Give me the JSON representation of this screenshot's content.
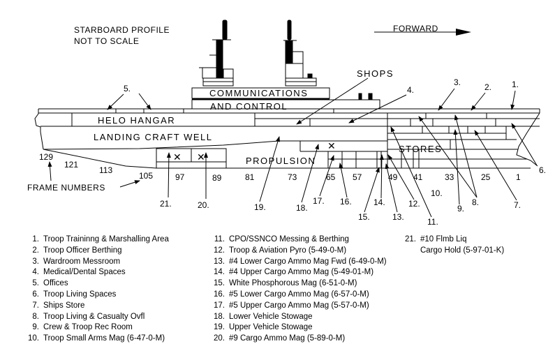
{
  "header": {
    "title_line1": "STARBOARD PROFILE",
    "title_line2": "NOT TO SCALE",
    "direction_label": "FORWARD"
  },
  "compartments": {
    "communications": "COMMUNICATIONS",
    "and_control": "AND CONTROL",
    "helo_hangar": "HELO HANGAR",
    "landing_craft_well": "LANDING CRAFT WELL",
    "propulsion": "PROPULSION",
    "stores": "STORES",
    "shops": "SHOPS"
  },
  "frame_numbers": {
    "label": "FRAME NUMBERS",
    "values": [
      "129",
      "121",
      "113",
      "105",
      "97",
      "89",
      "81",
      "73",
      "65",
      "57",
      "49",
      "41",
      "33",
      "25",
      "1"
    ]
  },
  "callouts": [
    "1.",
    "2.",
    "3.",
    "4.",
    "5.",
    "6.",
    "7.",
    "8.",
    "9.",
    "10.",
    "11.",
    "12.",
    "13.",
    "14.",
    "15.",
    "16.",
    "17.",
    "18.",
    "19.",
    "20.",
    "21."
  ],
  "legend": {
    "col1": [
      {
        "n": "1.",
        "text": "Troop Traininng & Marshalling Area"
      },
      {
        "n": "2.",
        "text": "Troop Officer Berthing"
      },
      {
        "n": "3.",
        "text": "Wardroom Messroom"
      },
      {
        "n": "4.",
        "text": "Medical/Dental Spaces"
      },
      {
        "n": "5.",
        "text": "Offices"
      },
      {
        "n": "6.",
        "text": "Troop Living Spaces"
      },
      {
        "n": "7.",
        "text": "Ships Store"
      },
      {
        "n": "8.",
        "text": "Troop Living & Casualty Ovfl"
      },
      {
        "n": "9.",
        "text": "Crew & Troop Rec Room"
      },
      {
        "n": "10.",
        "text": "Troop Small Arms Mag (6-47-0-M)"
      }
    ],
    "col2": [
      {
        "n": "11.",
        "text": "CPO/SSNCO Messing & Berthing"
      },
      {
        "n": "12.",
        "text": "Troop & Aviation Pyro (5-49-0-M)"
      },
      {
        "n": "13.",
        "text": "#4 Lower Cargo Ammo Mag Fwd (6-49-0-M)"
      },
      {
        "n": "14.",
        "text": "#4 Upper Cargo Ammo Mag (5-49-01-M)"
      },
      {
        "n": "15.",
        "text": "White Phosphorous Mag (6-51-0-M)"
      },
      {
        "n": "16.",
        "text": "#5 Lower Cargo Ammo Mag (6-57-0-M)"
      },
      {
        "n": "17.",
        "text": "#5 Upper Cargo Ammo Mag (5-57-0-M)"
      },
      {
        "n": "18.",
        "text": "Lower Vehicle Stowage"
      },
      {
        "n": "19.",
        "text": "Upper Vehicle Stowage"
      },
      {
        "n": "20.",
        "text": "#9 Cargo Ammo Mag (5-89-0-M)"
      }
    ],
    "col3": [
      {
        "n": "21.",
        "text": "#10 Flmb Liq",
        "cont": "Cargo Hold (5-97-01-K)"
      }
    ]
  }
}
